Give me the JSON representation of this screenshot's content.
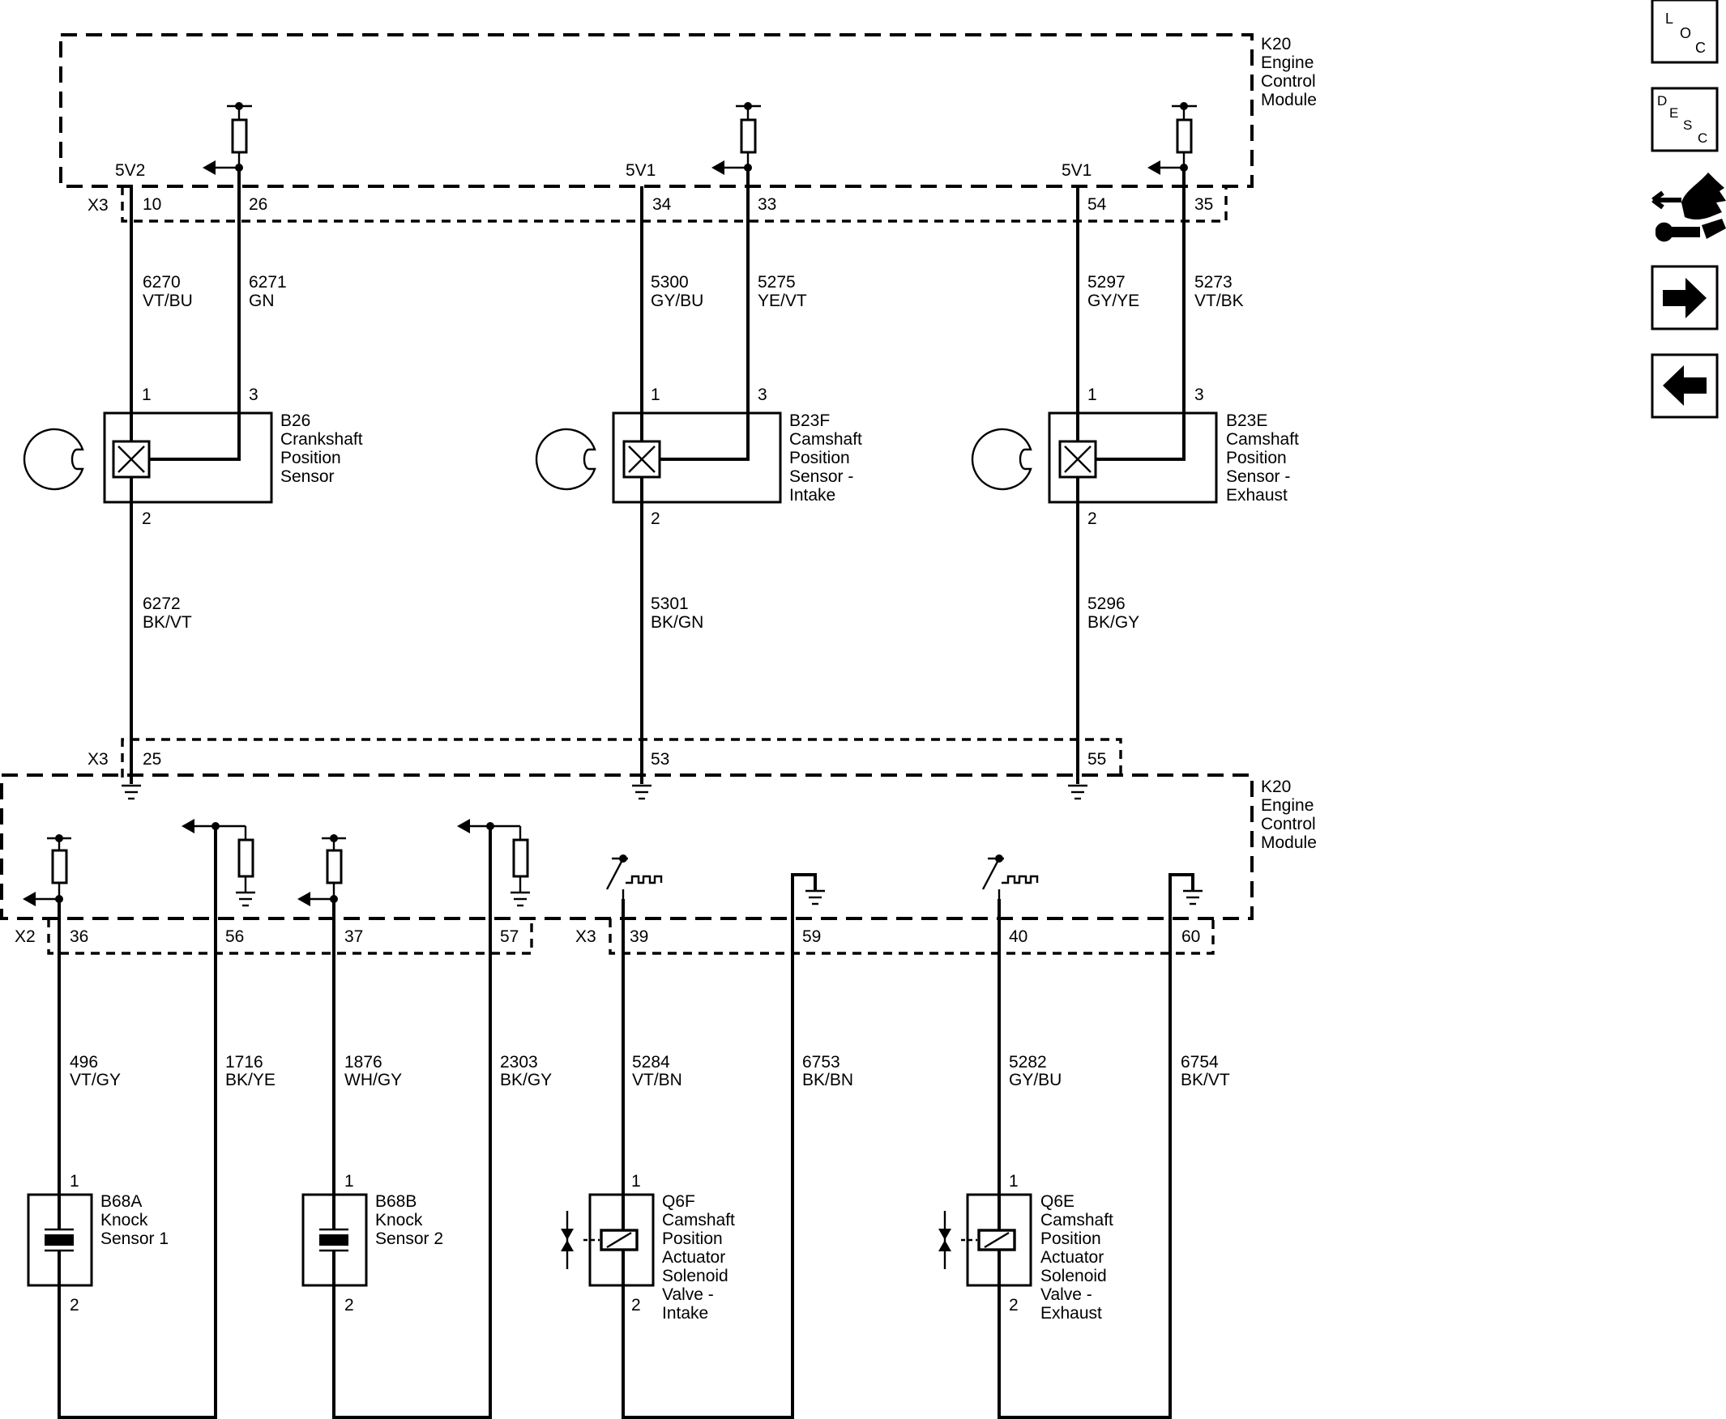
{
  "module": {
    "id": "K20",
    "name": [
      "Engine",
      "Control",
      "Module"
    ]
  },
  "connectors": {
    "x3": "X3",
    "x2": "X2"
  },
  "supplies": {
    "a": "5V2",
    "b": "5V1",
    "c": "5V1"
  },
  "top_pins": [
    "10",
    "26",
    "34",
    "33",
    "54",
    "35"
  ],
  "upper_wires": [
    {
      "num": "6270",
      "color": "VT/BU"
    },
    {
      "num": "6271",
      "color": "GN"
    },
    {
      "num": "5300",
      "color": "GY/BU"
    },
    {
      "num": "5275",
      "color": "YE/VT"
    },
    {
      "num": "5297",
      "color": "GY/YE"
    },
    {
      "num": "5273",
      "color": "VT/BK"
    }
  ],
  "sensors": [
    {
      "pin1": "1",
      "pin3": "3",
      "pin2": "2",
      "lines": [
        "B26",
        "Crankshaft",
        "Position",
        "Sensor"
      ]
    },
    {
      "pin1": "1",
      "pin3": "3",
      "pin2": "2",
      "lines": [
        "B23F",
        "Camshaft",
        "Position",
        "Sensor -",
        "Intake"
      ]
    },
    {
      "pin1": "1",
      "pin3": "3",
      "pin2": "2",
      "lines": [
        "B23E",
        "Camshaft",
        "Position",
        "Sensor -",
        "Exhaust"
      ]
    }
  ],
  "middle_wires": [
    {
      "num": "6272",
      "color": "BK/VT"
    },
    {
      "num": "5301",
      "color": "BK/GN"
    },
    {
      "num": "5296",
      "color": "BK/GY"
    }
  ],
  "mid_pins": [
    "25",
    "53",
    "55"
  ],
  "bottom_pins": [
    "36",
    "56",
    "37",
    "57",
    "39",
    "59",
    "40",
    "60"
  ],
  "lower_wires": [
    {
      "num": "496",
      "color": "VT/GY"
    },
    {
      "num": "1716",
      "color": "BK/YE"
    },
    {
      "num": "1876",
      "color": "WH/GY"
    },
    {
      "num": "2303",
      "color": "BK/GY"
    },
    {
      "num": "5284",
      "color": "VT/BN"
    },
    {
      "num": "6753",
      "color": "BK/BN"
    },
    {
      "num": "5282",
      "color": "GY/BU"
    },
    {
      "num": "6754",
      "color": "BK/VT"
    }
  ],
  "components": [
    {
      "pin1": "1",
      "pin2": "2",
      "lines": [
        "B68A",
        "Knock",
        "Sensor 1"
      ]
    },
    {
      "pin1": "1",
      "pin2": "2",
      "lines": [
        "B68B",
        "Knock",
        "Sensor 2"
      ]
    },
    {
      "pin1": "1",
      "pin2": "2",
      "lines": [
        "Q6F",
        "Camshaft",
        "Position",
        "Actuator",
        "Solenoid",
        "Valve -",
        "Intake"
      ]
    },
    {
      "pin1": "1",
      "pin2": "2",
      "lines": [
        "Q6E",
        "Camshaft",
        "Position",
        "Actuator",
        "Solenoid",
        "Valve -",
        "Exhaust"
      ]
    }
  ],
  "nav": [
    {
      "icon": "loc-icon",
      "letters": [
        "L",
        "O",
        "C"
      ]
    },
    {
      "icon": "desc-icon",
      "letters": [
        "D",
        "E",
        "S",
        "C"
      ]
    },
    {
      "icon": "hand-wrench-icon"
    },
    {
      "icon": "arrow-right-icon"
    },
    {
      "icon": "arrow-left-icon"
    }
  ]
}
